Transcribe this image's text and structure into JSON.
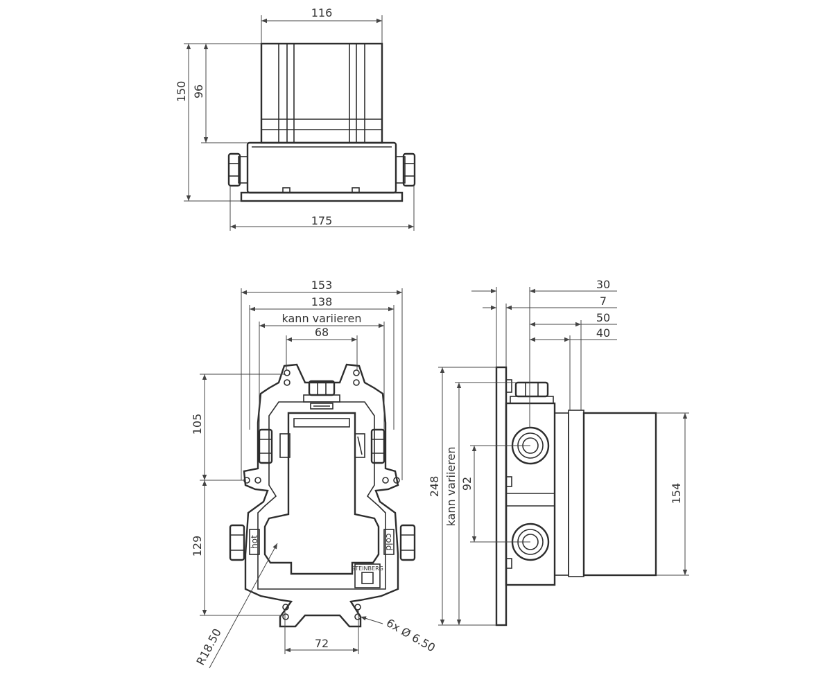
{
  "colors": {
    "line": "#2d2d2d",
    "background": "#ffffff"
  },
  "top_view": {
    "dim_width": "116",
    "dim_height_total": "150",
    "dim_height_body": "96",
    "dim_base_width": "175"
  },
  "front_view": {
    "dim_153": "153",
    "dim_138": "138",
    "dim_variable": "kann variieren",
    "dim_68": "68",
    "dim_105": "105",
    "dim_129": "129",
    "dim_72": "72",
    "radius_label": "R18.50",
    "holes_label": "6x Ø 6.50",
    "label_hot": "hot",
    "label_cold": "cold",
    "brand": "STEINBERG"
  },
  "side_view": {
    "dim_30": "30",
    "dim_7": "7",
    "dim_50": "50",
    "dim_40": "40",
    "dim_248": "248",
    "dim_variable": "kann variieren",
    "dim_92": "92",
    "dim_154": "154"
  }
}
